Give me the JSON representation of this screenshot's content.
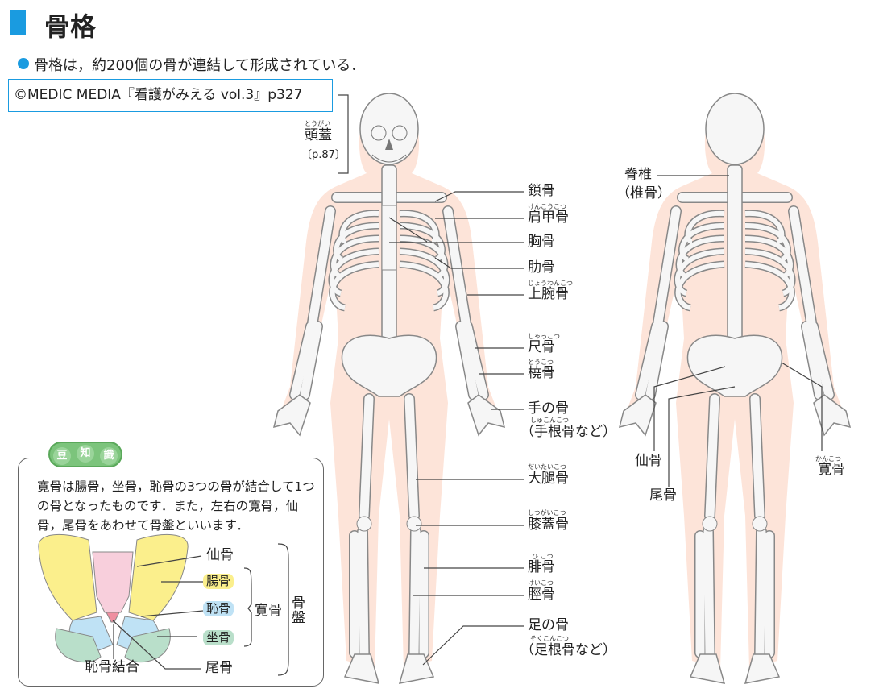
{
  "header": {
    "title": "骨格",
    "bullet": "骨格は，約200個の骨が連結して形成されている．",
    "copyright": "©MEDIC MEDIA『看護がみえる vol.3』p327"
  },
  "front_labels": {
    "skull": {
      "furigana": "とうがい",
      "label": "頭蓋",
      "ref": "〔p.87〕"
    },
    "clavicle": {
      "label": "鎖骨"
    },
    "scapula": {
      "furigana": "けんこうこつ",
      "label": "肩甲骨"
    },
    "sternum": {
      "label": "胸骨"
    },
    "rib": {
      "label": "肋骨"
    },
    "humerus": {
      "furigana": "じょうわんこつ",
      "label": "上腕骨"
    },
    "ulna": {
      "furigana": "しゃっこつ",
      "label": "尺骨"
    },
    "radius": {
      "furigana": "とうこつ",
      "label": "橈骨"
    },
    "hand": {
      "label": "手の骨",
      "furigana": "しゅこんこつ",
      "sub": "（手根骨など）"
    },
    "femur": {
      "furigana": "だいたいこつ",
      "label": "大腿骨"
    },
    "patella": {
      "furigana": "しつがいこつ",
      "label": "膝蓋骨"
    },
    "fibula": {
      "furigana": "ひ こつ",
      "label": "腓骨"
    },
    "tibia": {
      "furigana": "けいこつ",
      "label": "脛骨"
    },
    "foot": {
      "label": "足の骨",
      "furigana": "そくこんこつ",
      "sub": "（足根骨など）"
    }
  },
  "back_labels": {
    "spine": {
      "label": "脊椎",
      "sub": "（椎骨）"
    },
    "sacrum": {
      "label": "仙骨"
    },
    "coccyx": {
      "label": "尾骨"
    },
    "hip": {
      "furigana": "かんこつ",
      "label": "寛骨"
    }
  },
  "tip": {
    "badge": [
      "豆",
      "知",
      "識"
    ],
    "text": "寛骨は腸骨，坐骨，恥骨の3つの骨が結合して1つの骨となったものです．また，左右の寛骨，仙骨，尾骨をあわせて骨盤といいます．",
    "labels": {
      "sacrum": "仙骨",
      "ilium": "腸骨",
      "pubis": "恥骨",
      "ischium": "坐骨",
      "hip": "寛骨",
      "pelvis": "骨盤",
      "symphysis": "恥骨結合",
      "coccyx": "尾骨"
    }
  },
  "colors": {
    "accent": "#1a9be0",
    "body": "#fde4d9",
    "bone": "#f6f6f6",
    "ilium": "#fbef8c",
    "pubis": "#bfe2f5",
    "ischium": "#b9dfca",
    "sacrum": "#f8cfdc",
    "badge": "#7cc47c"
  }
}
